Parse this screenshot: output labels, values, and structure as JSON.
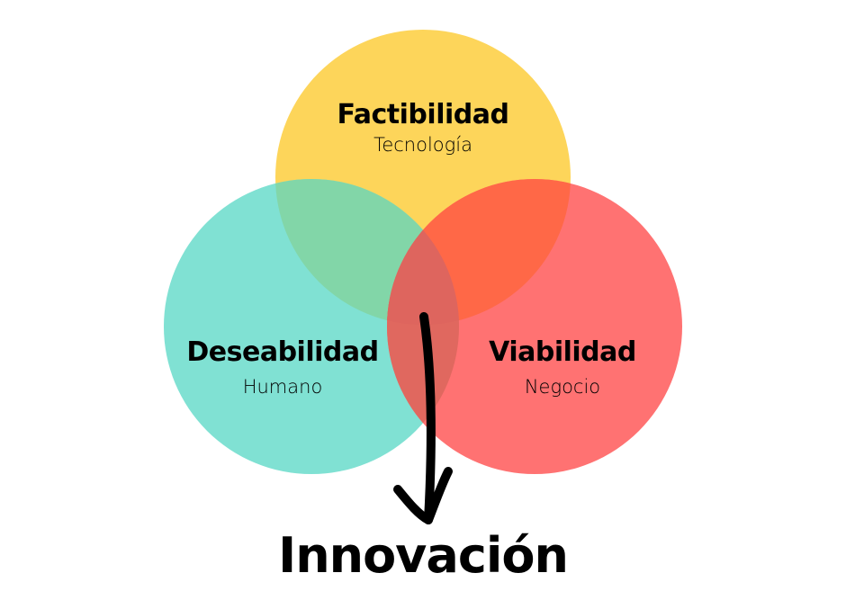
{
  "colors": {
    "factibilidad": "#FDD55A",
    "deseabilidad": "#80E1D3",
    "viabilidad": "#FF7272",
    "factibilidad_deseabilidad": "#82D6A8",
    "factibilidad_viabilidad": "#FF6847",
    "deseabilidad_viabilidad": "#E0685F",
    "center": "#DE655E"
  },
  "circles": {
    "factibilidad": {
      "title": "Factibilidad",
      "subtitle": "Tecnología"
    },
    "deseabilidad": {
      "title": "Deseabilidad",
      "subtitle": "Humano"
    },
    "viabilidad": {
      "title": "Viabilidad",
      "subtitle": "Negocio"
    }
  },
  "result": "Innovación"
}
